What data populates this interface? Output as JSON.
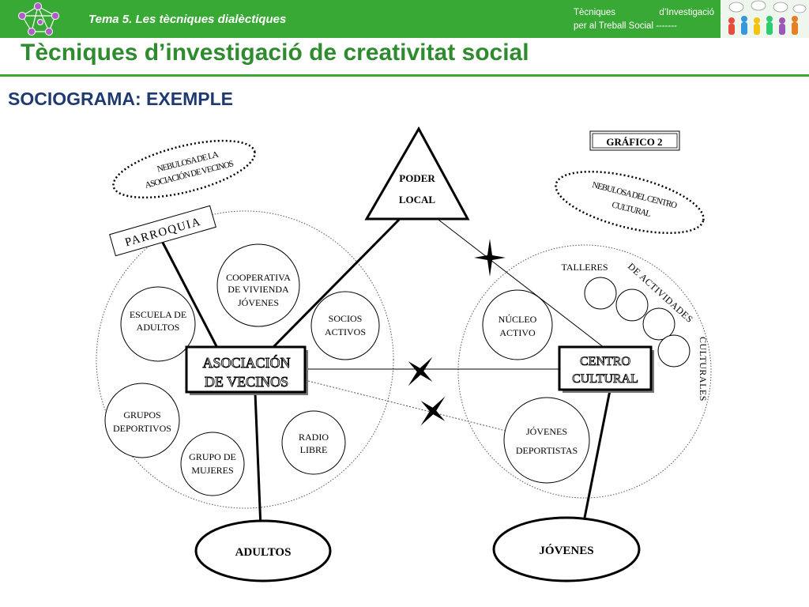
{
  "header": {
    "subtitle": "Tema 5. Les tècniques dialèctiques",
    "course_line1_a": "Tècniques",
    "course_line1_b": "d’Investigació",
    "course_line2": "per al Treball Social -------"
  },
  "title": "Tècniques d’investigació de creativitat social",
  "section_title": "SOCIOGRAMA: EXEMPLE",
  "diagram": {
    "figure_label": "GRÁFICO 2",
    "poder_local_1": "PODER",
    "poder_local_2": "LOCAL",
    "nebulosa_left_1": "NEBULOSA DE LA",
    "nebulosa_left_2": "ASOCIACIÓN DE VECINOS",
    "nebulosa_right_1": "NEBULOSA DEL CENTRO",
    "nebulosa_right_2": "CULTURAL",
    "parroquia": "PARROQUIA",
    "cooperativa_1": "COOPERATIVA",
    "cooperativa_2": "DE VIVIENDA",
    "cooperativa_3": "JÓVENES",
    "escuela_1": "ESCUELA DE",
    "escuela_2": "ADULTOS",
    "socios_1": "SOCIOS",
    "socios_2": "ACTIVOS",
    "asociacion_1": "ASOCIACIÓN",
    "asociacion_2": "DE VECINOS",
    "grupos_1": "GRUPOS",
    "grupos_2": "DEPORTIVOS",
    "radio_1": "RADIO",
    "radio_2": "LIBRE",
    "mujeres_1": "GRUPO DE",
    "mujeres_2": "MUJERES",
    "talleres": "TALLERES",
    "de_actividades": "DE ACTIVIDADES",
    "culturales": "CULTURALES",
    "nucleo_1": "NÚCLEO",
    "nucleo_2": "ACTIVO",
    "centro_1": "CENTRO",
    "centro_2": "CULTURAL",
    "jovenes_dep_1": "JÓVENES",
    "jovenes_dep_2": "DEPORTISTAS",
    "adultos": "ADULTOS",
    "jovenes": "JÓVENES"
  },
  "colors": {
    "brand_green": "#39a935",
    "title_green": "#2e8b2e",
    "section_blue": "#1f3a73"
  }
}
